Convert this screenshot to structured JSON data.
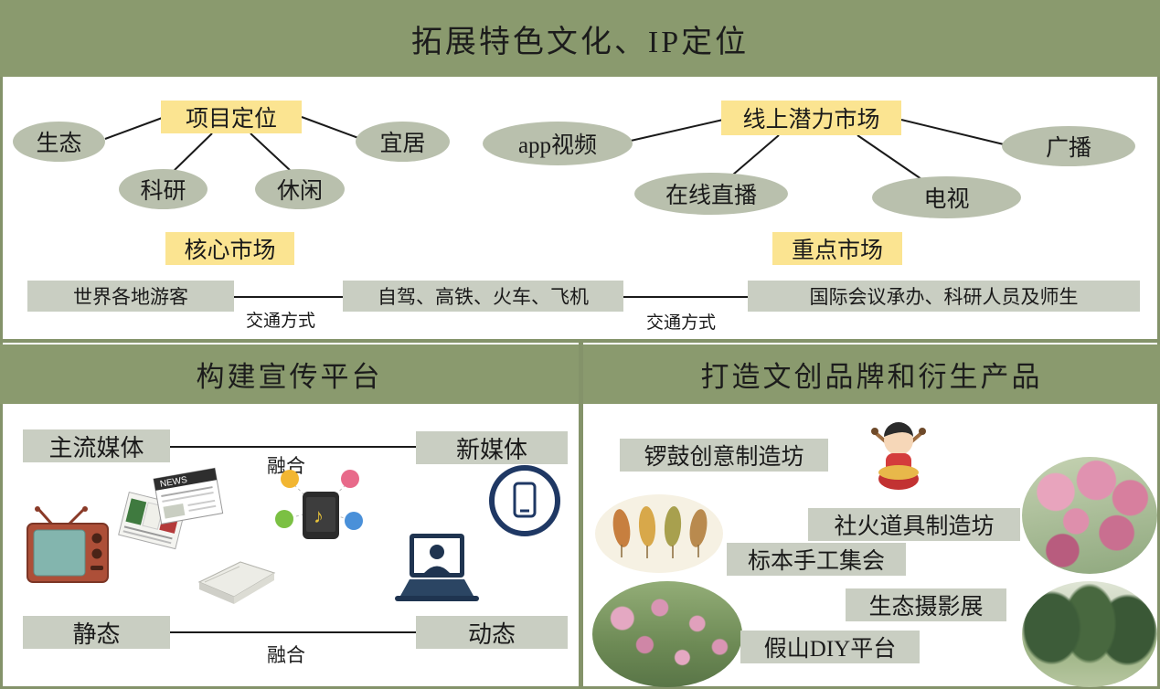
{
  "colors": {
    "banner_green": "#8a9a6e",
    "border_green": "#84936a",
    "highlight_yellow": "#fbe491",
    "ellipse_green_gray": "#b9c0ad",
    "box_gray": "#c9cec2",
    "line_color": "#1a1a1a"
  },
  "top": {
    "title": "拓展特色文化、IP定位",
    "left_cluster": {
      "root": "项目定位",
      "node_ecology": "生态",
      "node_livable": "宜居",
      "node_research": "科研",
      "node_leisure": "休闲",
      "market": "核心市场"
    },
    "right_cluster": {
      "root": "线上潜力市场",
      "node_app_video": "app视频",
      "node_broadcast": "广播",
      "node_live_stream": "在线直播",
      "node_tv": "电视",
      "market": "重点市场"
    },
    "flow": {
      "tourists": "世界各地游客",
      "transport_label_1": "交通方式",
      "transport_modes": "自驾、高铁、火车、飞机",
      "transport_label_2": "交通方式",
      "conference": "国际会议承办、科研人员及师生"
    }
  },
  "bottom_left": {
    "title": "构建宣传平台",
    "mainstream_media": "主流媒体",
    "new_media": "新媒体",
    "fusion_top": "融合",
    "static_label": "静态",
    "dynamic_label": "动态",
    "fusion_bottom": "融合",
    "news_label": "NEWS",
    "music_note": "♪",
    "icons": [
      "tv-icon",
      "newspaper-icon",
      "smart-devices-icon",
      "smartphone-icon",
      "notebook-icon",
      "laptop-video-call-icon"
    ]
  },
  "bottom_right": {
    "title": "打造文创品牌和衍生产品",
    "items": [
      "锣鼓创意制造坊",
      "社火道具制造坊",
      "标本手工集会",
      "生态摄影展",
      "假山DIY平台"
    ],
    "images": [
      "drummer-boy-illustration",
      "flower-festival-photo",
      "leaf-specimen-photo",
      "garden-photo",
      "forest-photo"
    ]
  }
}
